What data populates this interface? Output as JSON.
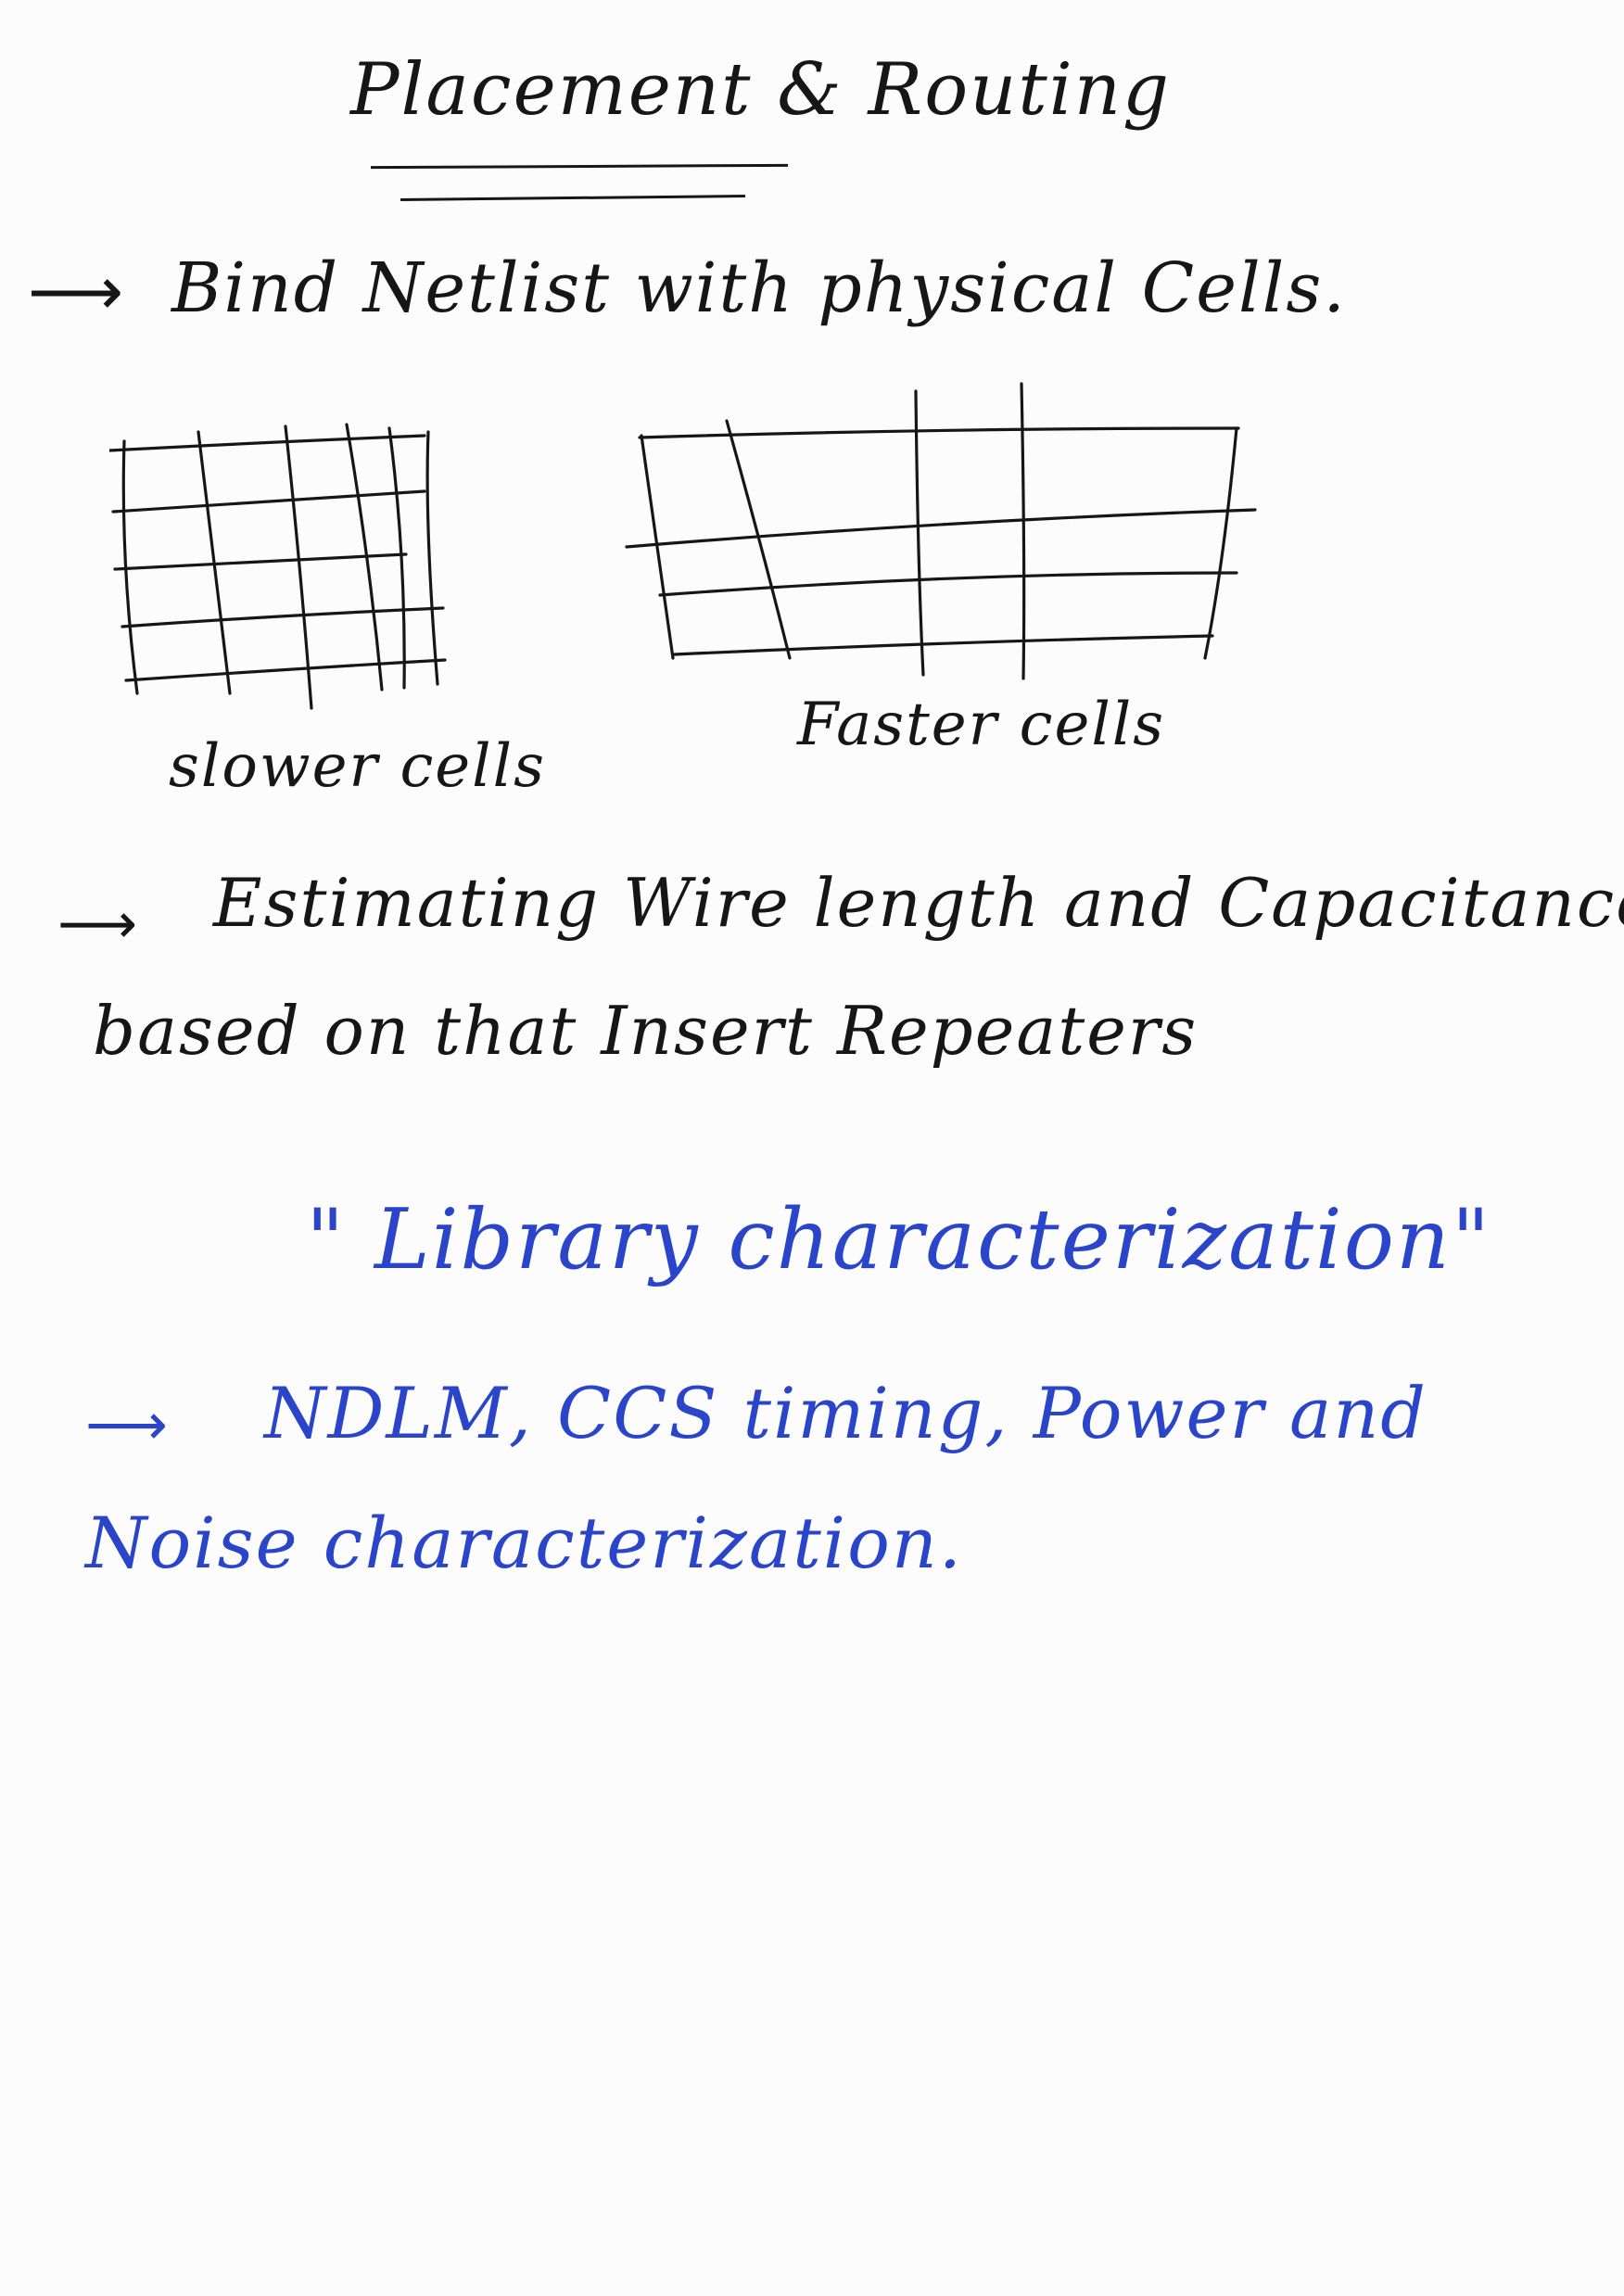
{
  "note": {
    "title": "Placement & Routing",
    "line1": "Bind Netlist with physical Cells.",
    "caption_left": "slower cells",
    "caption_right": "Faster cells",
    "line2": "Estimating Wire length and Capacitance",
    "line3": "based on that Insert Repeaters",
    "quote": "\" Library characterization\"",
    "line4": "NDLM, CCS timing, Power and",
    "line5": "Noise characterization."
  },
  "arrows": {
    "glyph": "⟶"
  },
  "colors": {
    "paper": "#fcfcfc",
    "black_ink": "#161616",
    "blue_ink": "#2a45c9"
  }
}
